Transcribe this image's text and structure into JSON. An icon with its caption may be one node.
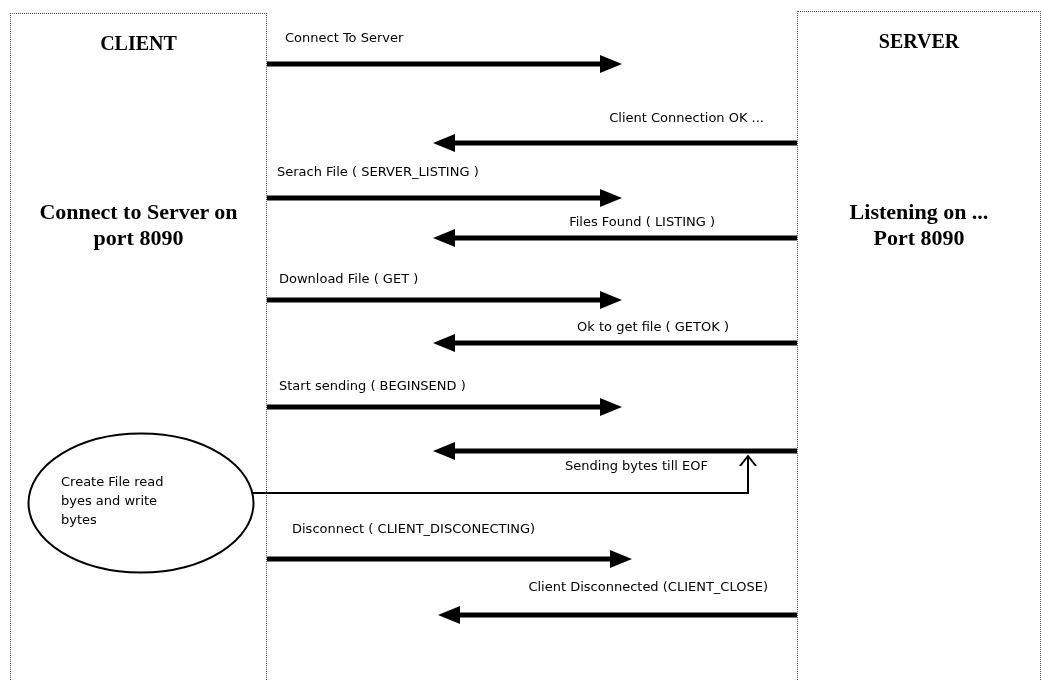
{
  "diagram": {
    "nodes": [
      {
        "text": [
          "CLIENT",
          "Connect to Server on port 8090"
        ]
      },
      {
        "text": [
          "Create File read byes and write bytes"
        ],
        "in": 0
      },
      {
        "text": [
          "SERVER",
          "Listening on ... Port 8090"
        ]
      }
    ],
    "edges": [
      {
        "from": 0,
        "to": null,
        "arrow": "to",
        "label": "Connect To Server"
      },
      {
        "from": 2,
        "to": null,
        "arrow": "to",
        "label": "Client Connection OK ..."
      },
      {
        "from": 0,
        "to": null,
        "arrow": "to",
        "label": "Serach File ( SERVER_LISTING )"
      },
      {
        "from": 2,
        "to": null,
        "arrow": "to",
        "label": "Files Found ( LISTING )"
      },
      {
        "from": 0,
        "to": null,
        "arrow": "to",
        "label": "Download File ( GET )"
      },
      {
        "from": 2,
        "to": null,
        "arrow": "to",
        "label": "Ok to get file ( GETOK )"
      },
      {
        "from": 0,
        "to": null,
        "arrow": "to",
        "label": "Start sending ( BEGINSEND )"
      },
      {
        "from": 2,
        "to": null,
        "arrow": "to",
        "label": "Sending bytes till EOF"
      },
      {
        "from": 1,
        "to": null,
        "arrow": "to"
      },
      {
        "from": 0,
        "to": null,
        "arrow": "to",
        "label": "Disconnect ( CLIENT_DISCONECTING)"
      },
      {
        "from": 2,
        "to": null,
        "arrow": "to",
        "label": "Client Disconnected (CLIENT_CLOSE)"
      }
    ]
  }
}
